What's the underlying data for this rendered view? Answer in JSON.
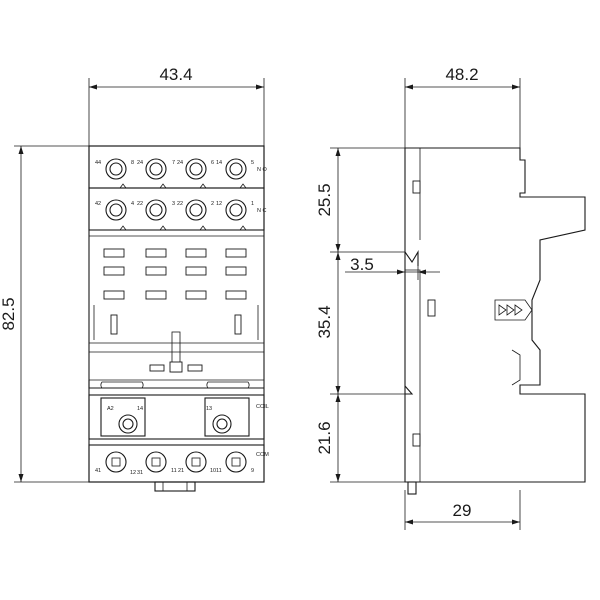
{
  "dimensions": {
    "front_width": "43.4",
    "side_width": "48.2",
    "overall_height": "82.5",
    "upper_height": "25.5",
    "rail_offset": "3.5",
    "middle_height": "35.4",
    "lower_height": "21.6",
    "base_depth": "29"
  },
  "terminals": {
    "row1": [
      "44",
      "8",
      "24",
      "7",
      "24",
      "6",
      "14",
      "5"
    ],
    "row1_side": "N O",
    "row2": [
      "42",
      "4",
      "22",
      "3",
      "22",
      "2",
      "12",
      "1"
    ],
    "row2_side": "N C",
    "coil_a2": "A2",
    "coil_14": "14",
    "coil_13": "13",
    "coil_label": "COIL",
    "bottom_row": [
      "41",
      "12",
      "31",
      "11",
      "21",
      "10",
      "11",
      "9"
    ],
    "bottom_side": "COM"
  }
}
